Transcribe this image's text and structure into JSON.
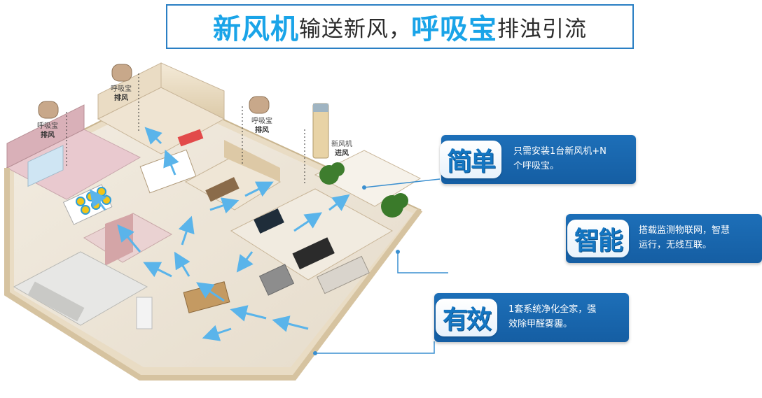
{
  "title": {
    "part1": "新风机",
    "part2": "输送新风，",
    "part3": "呼吸宝",
    "part4": "排浊引流"
  },
  "devices": [
    {
      "line1": "呼吸宝",
      "line2": "排风"
    },
    {
      "line1": "呼吸宝",
      "line2": "排风"
    },
    {
      "line1": "呼吸宝",
      "line2": "排风"
    },
    {
      "line1": "新风机",
      "line2": "进风"
    }
  ],
  "features": [
    {
      "badge": "简单",
      "text1": "只需安装1台新风机+N",
      "text2": "个呼吸宝。"
    },
    {
      "badge": "智能",
      "text1": "搭载监测物联网，智慧",
      "text2": "运行，无线互联。"
    },
    {
      "badge": "有效",
      "text1": "1套系统净化全家，强",
      "text2": "效除甲醛雾霾。"
    }
  ],
  "colors": {
    "accent": "#1aa4e8",
    "card": "#1a68b0",
    "badge_text": "#1476c2",
    "flow_arrow": "#5ab4ea"
  }
}
